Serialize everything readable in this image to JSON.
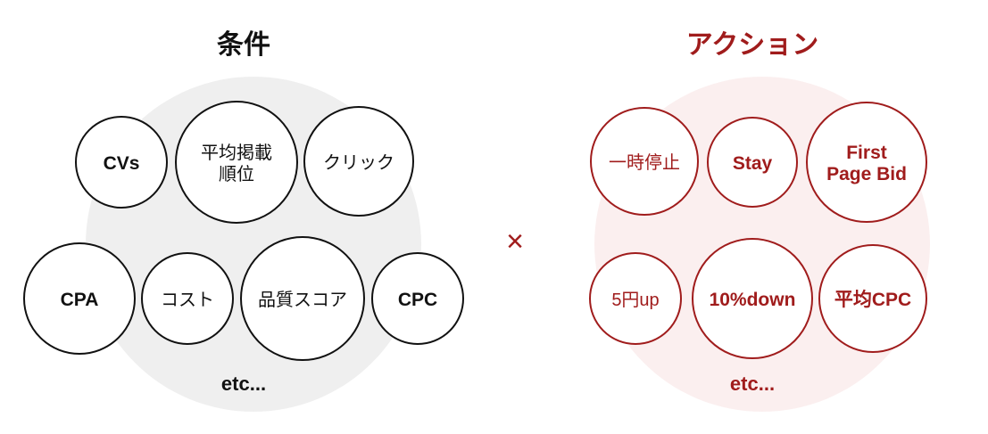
{
  "colors": {
    "dark": "#111111",
    "accent": "#a01c1c",
    "left_bg": "#efefef",
    "right_bg": "#fbefef"
  },
  "conditions": {
    "title": "条件",
    "items": [
      {
        "lines": [
          "CVs"
        ]
      },
      {
        "lines": [
          "平均掲載",
          "順位"
        ]
      },
      {
        "lines": [
          "クリック"
        ]
      },
      {
        "lines": [
          "CPA"
        ]
      },
      {
        "lines": [
          "コスト"
        ]
      },
      {
        "lines": [
          "品質スコア"
        ]
      },
      {
        "lines": [
          "CPC"
        ]
      }
    ],
    "etc": "etc..."
  },
  "operator": "×",
  "actions": {
    "title": "アクション",
    "items": [
      {
        "lines": [
          "一時停止"
        ]
      },
      {
        "lines": [
          "Stay"
        ]
      },
      {
        "lines": [
          "First",
          "Page Bid"
        ]
      },
      {
        "lines": [
          "5円up"
        ]
      },
      {
        "lines": [
          "10%down"
        ]
      },
      {
        "lines": [
          "平均CPC"
        ]
      }
    ],
    "etc": "etc..."
  }
}
